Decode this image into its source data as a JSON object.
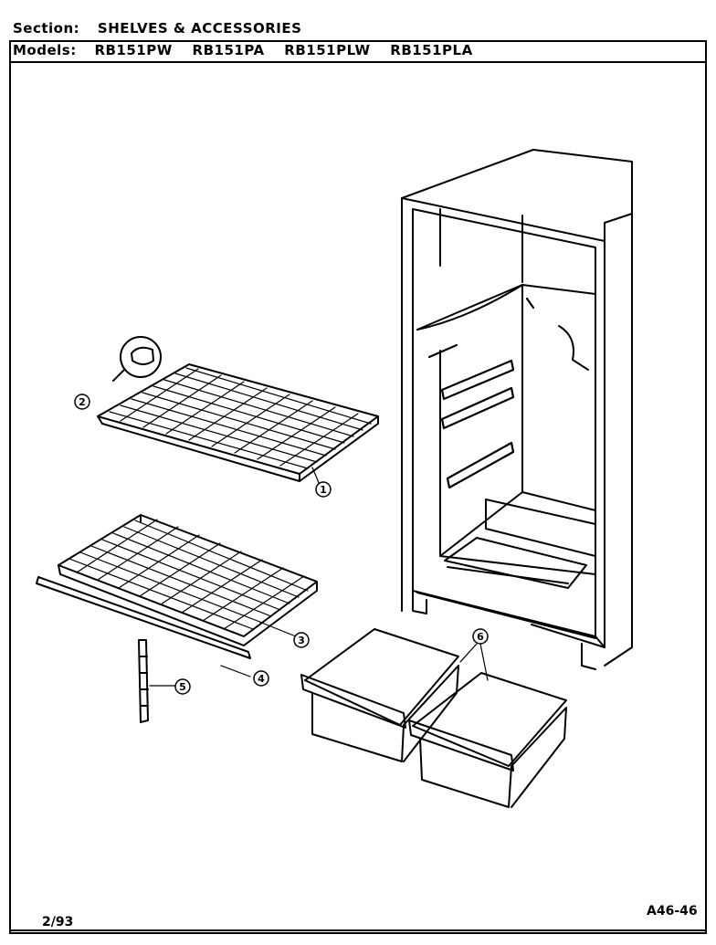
{
  "header": {
    "section_label": "Section:",
    "section_value": "SHELVES & ACCESSORIES",
    "models_label": "Models:",
    "models": [
      "RB151PW",
      "RB151PA",
      "RB151PLW",
      "RB151PLA"
    ]
  },
  "callouts": [
    {
      "id": "1",
      "label": "1"
    },
    {
      "id": "2",
      "label": "2"
    },
    {
      "id": "3",
      "label": "3"
    },
    {
      "id": "4",
      "label": "4"
    },
    {
      "id": "5",
      "label": "5"
    },
    {
      "id": "6",
      "label": "6"
    }
  ],
  "footer": {
    "date_code": "2/93",
    "page_code": "A46-46"
  }
}
